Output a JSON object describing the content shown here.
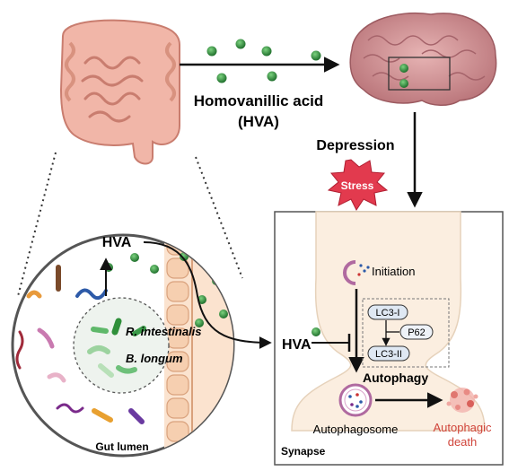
{
  "labels": {
    "hva_long": "Homovanillic acid",
    "hva_paren": "(HVA)",
    "depression": "Depression",
    "stress": "Stress",
    "hva_gut": "HVA",
    "hva_synapse": "HVA",
    "r_intestinalis": "R. intestinalis",
    "b_longum": "B. longum",
    "gut_lumen": "Gut lumen",
    "initiation": "Initiation",
    "lc3_1": "LC3-I",
    "p62": "P62",
    "lc3_2": "LC3-II",
    "autophagy": "Autophagy",
    "autophagosome": "Autophagosome",
    "autophagic_death_line1": "Autophagic",
    "autophagic_death_line2": "death",
    "synapse": "Synapse"
  },
  "colors": {
    "hva_dot": "#2e8b3e",
    "gut": "#e9a89a",
    "brain": "#c98a8e",
    "stress_star": "#e0344a",
    "death_text": "#d0443a",
    "neuron_fill": "#fbeee0",
    "lc3_fill": "#dfe8f3"
  }
}
